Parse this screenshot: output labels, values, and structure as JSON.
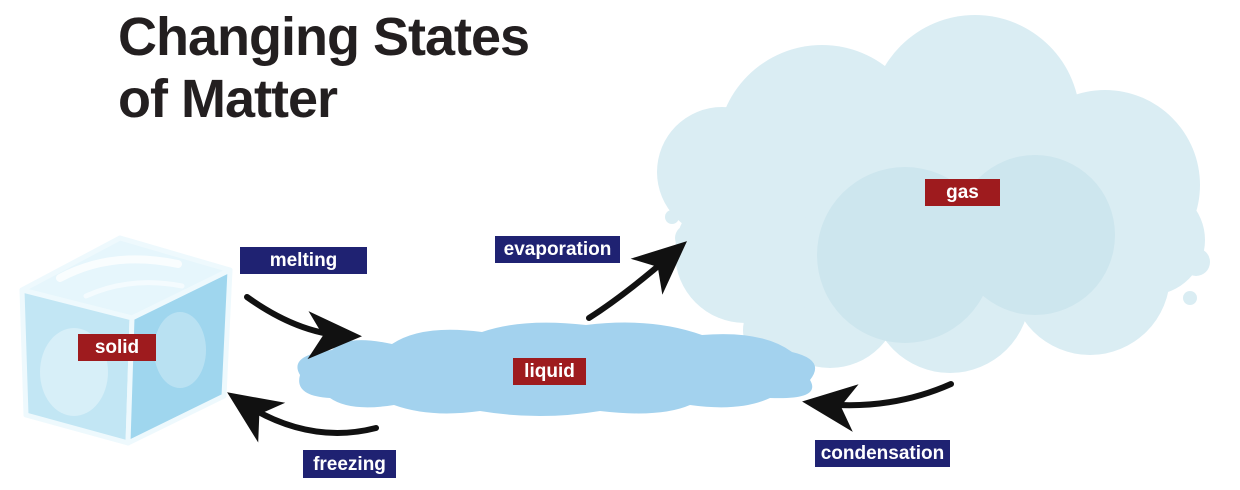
{
  "title": {
    "line1": "Changing States",
    "line2": "of Matter"
  },
  "states": {
    "solid": {
      "label": "solid"
    },
    "liquid": {
      "label": "liquid"
    },
    "gas": {
      "label": "gas"
    }
  },
  "processes": {
    "melting": {
      "label": "melting"
    },
    "evaporation": {
      "label": "evaporation"
    },
    "freezing": {
      "label": "freezing"
    },
    "condensation": {
      "label": "condensation"
    }
  },
  "colors": {
    "state-label-bg": "#9e1b1e",
    "process-label-bg": "#1f2272",
    "label-text": "#ffffff",
    "title-text": "#231f20",
    "arrow": "#111111",
    "cloud-fill": "#daedf3",
    "cloud-shade": "#cde6ee",
    "puddle-fill": "#a3d2ee",
    "ice-light": "#e6f6fc",
    "ice-mid": "#c2e6f4",
    "ice-dark": "#9fd6ee"
  }
}
